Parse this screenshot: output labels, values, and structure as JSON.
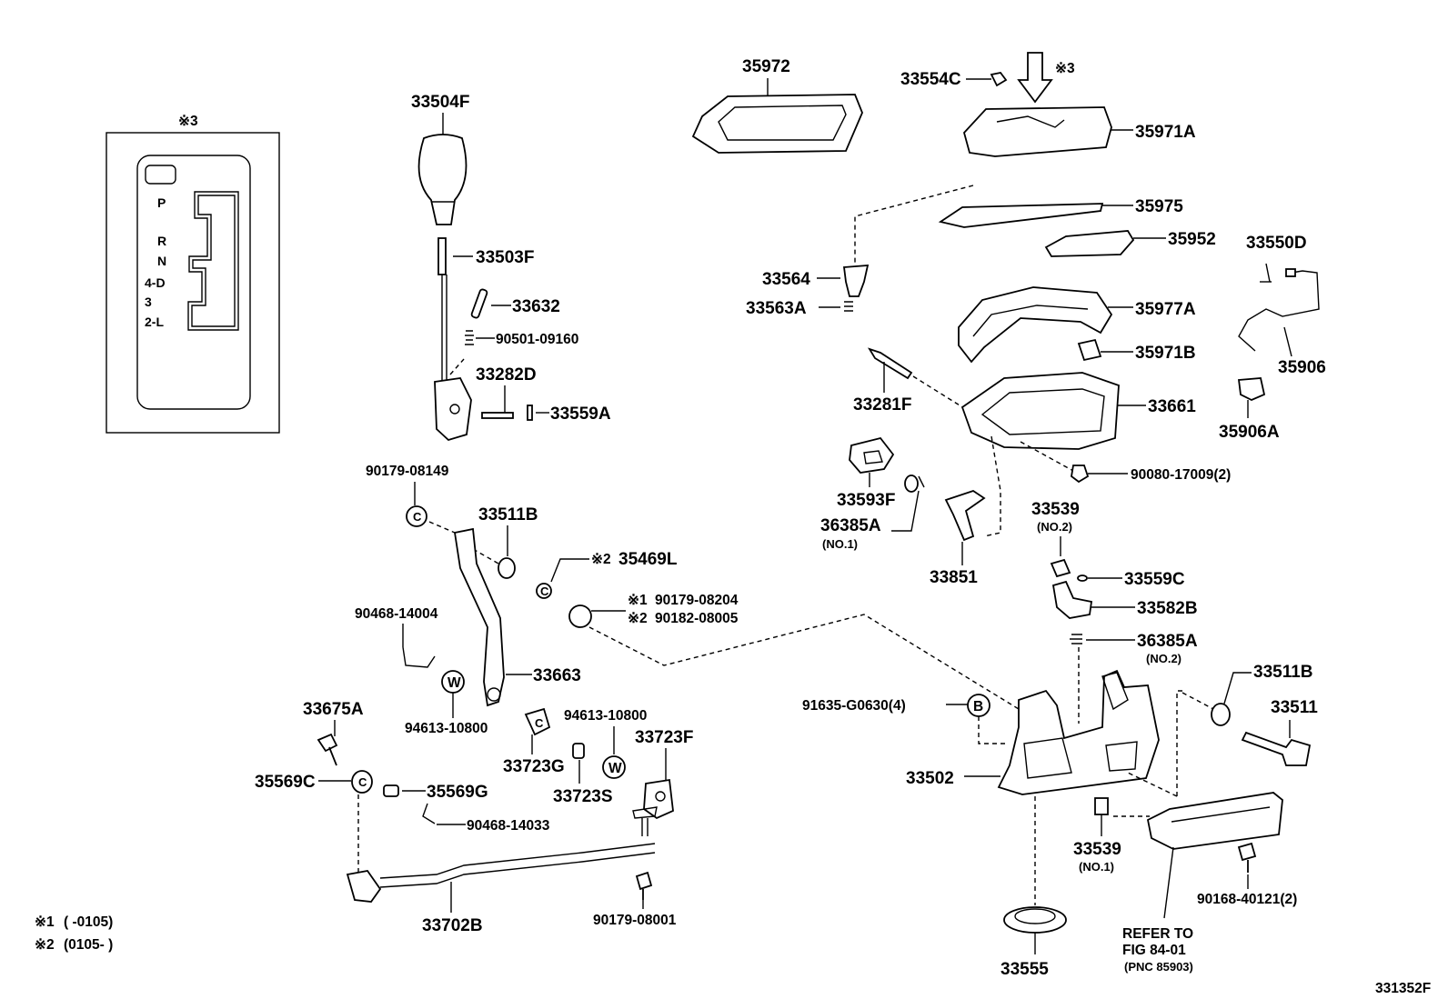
{
  "figure_code": "331352F",
  "inset": {
    "marker": "※3",
    "gear_positions": [
      "P",
      "R",
      "N",
      "4-D",
      "3",
      "2-L"
    ]
  },
  "part_labels": {
    "p35972": "35972",
    "p33554C": "33554C",
    "p35971A": "35971A",
    "p35975": "35975",
    "p35952": "35952",
    "p33550D": "33550D",
    "p33564": "33564",
    "p33563A": "33563A",
    "p35977A": "35977A",
    "p35971B": "35971B",
    "p35906": "35906",
    "p33281F": "33281F",
    "p33661": "33661",
    "p35906A": "35906A",
    "p33593F": "33593F",
    "p36385A_1": "36385A",
    "p33851": "33851",
    "p90080": "90080-17009(2)",
    "p33539_2": "33539",
    "p33559C": "33559C",
    "p33582B": "33582B",
    "p36385A_2": "36385A",
    "p33511B_r": "33511B",
    "p33511": "33511",
    "p91635": "91635-G0630(4)",
    "p33502": "33502",
    "p33539_1": "33539",
    "p90168": "90168-40121(2)",
    "p33555": "33555",
    "p33504F": "33504F",
    "p33503F": "33503F",
    "p33632": "33632",
    "p90501": "90501-09160",
    "p33282D": "33282D",
    "p33559A": "33559A",
    "p90179_08149": "90179-08149",
    "p33511B_l": "33511B",
    "p35469L": "35469L",
    "p90179_08204": "90179-08204",
    "p90182_08005": "90182-08005",
    "p90468_14004": "90468-14004",
    "p33663": "33663",
    "p94613_a": "94613-10800",
    "p94613_b": "94613-10800",
    "p33675A": "33675A",
    "p33723G": "33723G",
    "p33723F": "33723F",
    "p35569C": "35569C",
    "p35569G": "35569G",
    "p33723S": "33723S",
    "p90468_14033": "90468-14033",
    "p33702B": "33702B",
    "p90179_08001": "90179-08001"
  },
  "markers": {
    "m3": "※3",
    "m3_top": "※3",
    "m2_35469L": "※2",
    "m1_90179": "※1",
    "m2_90182": "※2",
    "w_label": "W",
    "b_label": "B",
    "c_label": "C"
  },
  "notes": {
    "no1_a": "(NO.1)",
    "no2_a": "(NO.2)",
    "no2_b": "(NO.2)",
    "no1_b": "(NO.1)",
    "refer_line1": "REFER TO",
    "refer_line2": "FIG 84-01",
    "refer_line3": "(PNC 85903)"
  },
  "footnotes": {
    "f1_mark": "※1",
    "f1_text": "(       -0105)",
    "f2_mark": "※2",
    "f2_text": "(0105-       )"
  }
}
